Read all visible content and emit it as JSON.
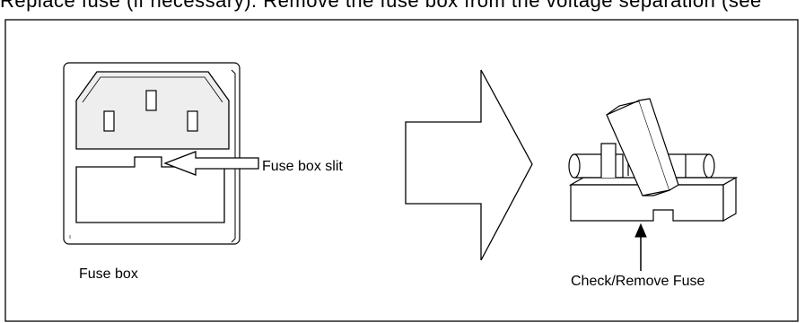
{
  "header_text": "Replace fuse (if necessary). Remove the fuse box from the voltage separation (see",
  "labels": {
    "fuse_box_slit": "Fuse box slit",
    "fuse_box": "Fuse box",
    "check_remove_fuse": "Check/Remove Fuse"
  },
  "colors": {
    "line": "#000000",
    "background": "#ffffff",
    "outlet_fill": "#eeeeee"
  }
}
